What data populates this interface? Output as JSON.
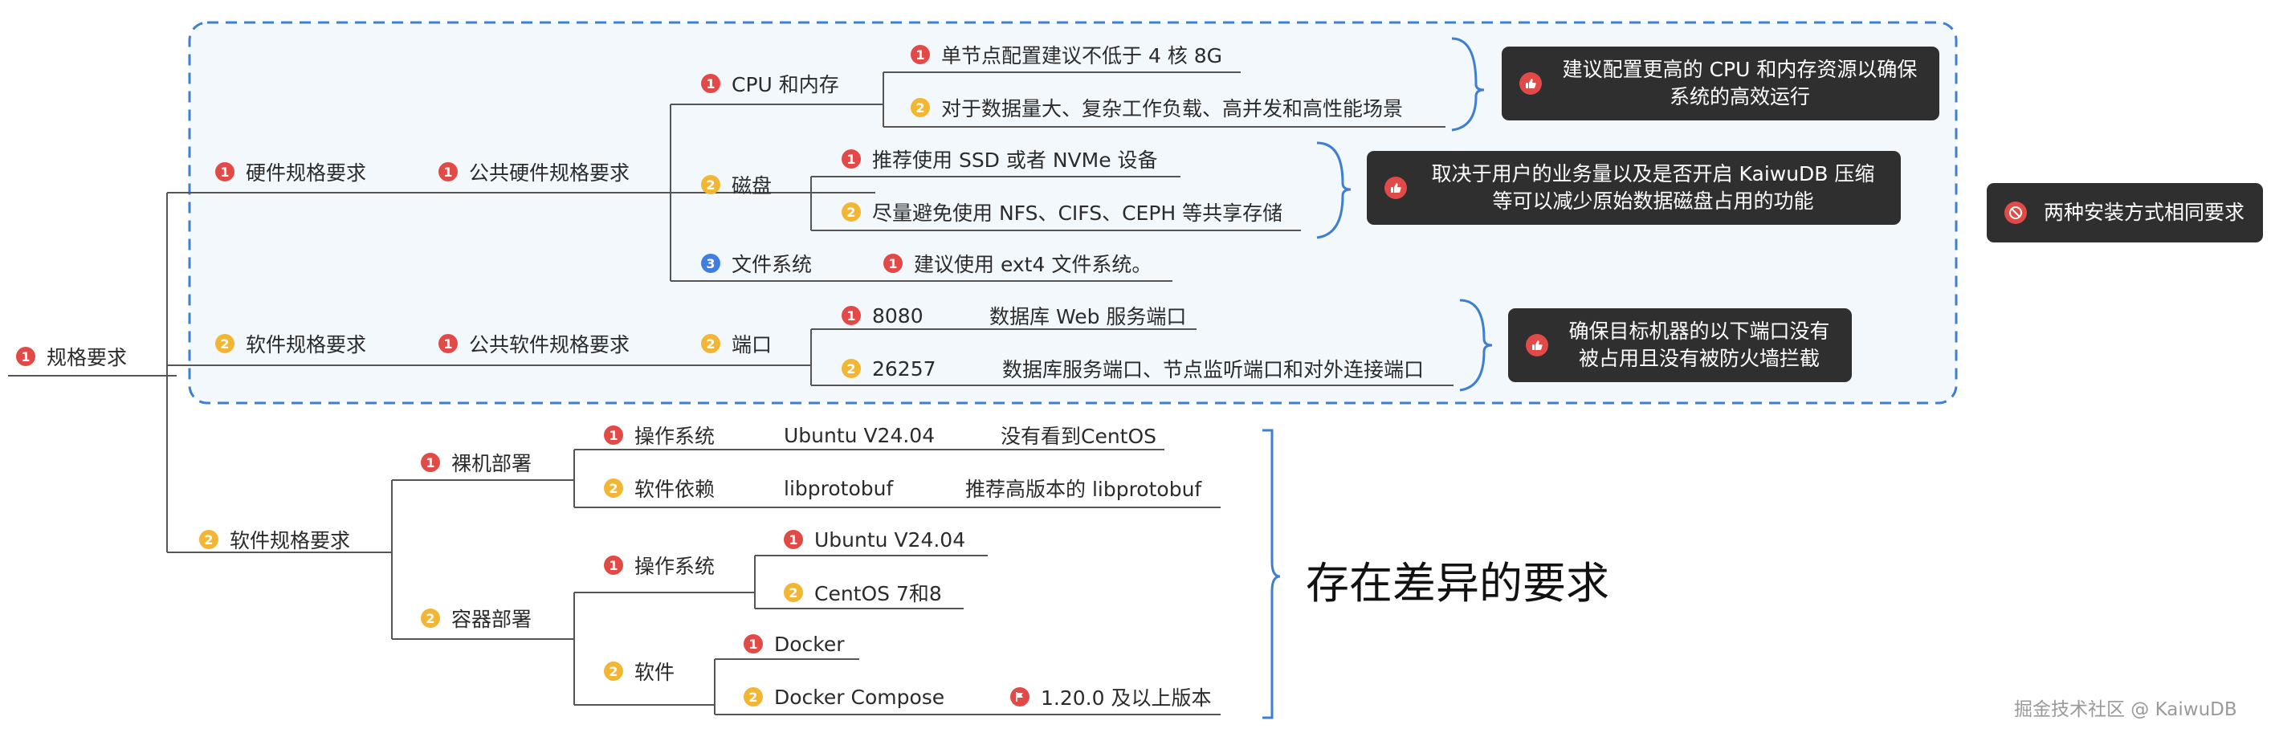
{
  "root": {
    "label": "规格要求",
    "num": "1"
  },
  "hardware": {
    "label": "硬件规格要求",
    "num": "1",
    "public": {
      "label": "公共硬件规格要求",
      "num": "1"
    },
    "cpu": {
      "label": "CPU 和内存",
      "num": "1",
      "items": [
        {
          "num": "1",
          "text": "单节点配置建议不低于 4 核 8G"
        },
        {
          "num": "2",
          "text": "对于数据量大、复杂工作负载、高并发和高性能场景"
        }
      ],
      "note": "建议配置更高的 CPU 和内存资源以确保系统的高效运行"
    },
    "disk": {
      "label": "磁盘",
      "num": "2",
      "items": [
        {
          "num": "1",
          "text": "推荐使用 SSD 或者 NVMe 设备"
        },
        {
          "num": "2",
          "text": "尽量避免使用 NFS、CIFS、CEPH 等共享存储"
        }
      ],
      "note": "取决于用户的业务量以及是否开启 KaiwuDB 压缩等可以减少原始数据磁盘占用的功能"
    },
    "fs": {
      "label": "文件系统",
      "num": "3",
      "items": [
        {
          "num": "1",
          "text": "建议使用 ext4 文件系统。"
        }
      ]
    }
  },
  "software_common": {
    "label": "软件规格要求",
    "num": "2",
    "public": {
      "label": "公共软件规格要求",
      "num": "1"
    },
    "port": {
      "label": "端口",
      "num": "2",
      "items": [
        {
          "num": "1",
          "port": "8080",
          "desc": "数据库 Web 服务端口"
        },
        {
          "num": "2",
          "port": "26257",
          "desc": "数据库服务端口、节点监听端口和对外连接端口"
        }
      ],
      "note": "确保目标机器的以下端口没有被占用且没有被防火墙拦截"
    }
  },
  "common_note": "两种安装方式相同要求",
  "software_diff": {
    "label": "软件规格要求",
    "num": "2",
    "bare": {
      "label": "裸机部署",
      "num": "1",
      "os": {
        "label": "操作系统",
        "num": "1",
        "value": "Ubuntu V24.04",
        "remark": "没有看到CentOS"
      },
      "deps": {
        "label": "软件依赖",
        "num": "2",
        "value": "libprotobuf",
        "remark": "推荐高版本的 libprotobuf"
      }
    },
    "container": {
      "label": "容器部署",
      "num": "2",
      "os": {
        "label": "操作系统",
        "num": "1",
        "items": [
          {
            "num": "1",
            "text": "Ubuntu V24.04"
          },
          {
            "num": "2",
            "text": "CentOS 7和8"
          }
        ]
      },
      "sw": {
        "label": "软件",
        "num": "2",
        "items": [
          {
            "num": "1",
            "text": "Docker"
          },
          {
            "num": "2",
            "text": "Docker Compose"
          }
        ],
        "version": "1.20.0 及以上版本"
      }
    }
  },
  "diff_note": "存在差异的要求",
  "watermark": "掘金技术社区 @ KaiwuDB",
  "colors": {
    "badge_red": "#e24a48",
    "badge_yellow": "#f1b634",
    "badge_blue": "#3f7fe0",
    "bracket": "#3f7fd0",
    "dashed_group": "#3f7fd0",
    "group_fill": "#f3f8fd",
    "note_bg": "#2f2f2f"
  },
  "icons": {
    "note": "thumbs-up-icon",
    "common_note": "prohibited-icon",
    "version": "flag-icon"
  }
}
